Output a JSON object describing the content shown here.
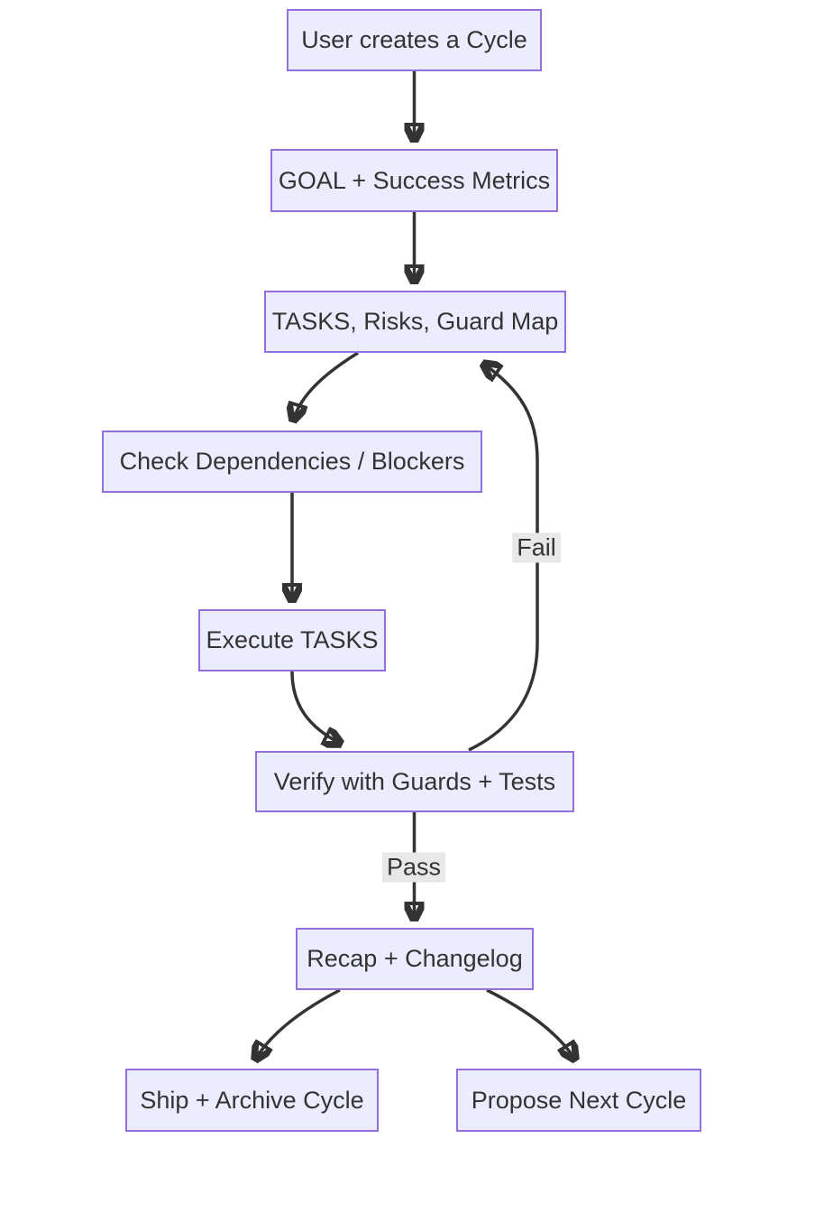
{
  "diagram": {
    "type": "flowchart",
    "direction": "top-down",
    "colors": {
      "node_fill": "#ECECFF",
      "node_border": "#9370DB",
      "text_color": "#333333",
      "edge_color": "#333333",
      "edge_label_background": "#e8e8e8",
      "canvas_background": "#ffffff"
    },
    "nodes": [
      {
        "id": "A",
        "label": "User creates a Cycle"
      },
      {
        "id": "B",
        "label": "GOAL + Success Metrics"
      },
      {
        "id": "C",
        "label": "TASKS, Risks, Guard Map"
      },
      {
        "id": "D",
        "label": "Check Dependencies / Blockers"
      },
      {
        "id": "E",
        "label": "Execute TASKS"
      },
      {
        "id": "F",
        "label": "Verify with Guards + Tests"
      },
      {
        "id": "G",
        "label": "Recap + Changelog"
      },
      {
        "id": "H",
        "label": "Ship + Archive Cycle"
      },
      {
        "id": "I",
        "label": "Propose Next Cycle"
      }
    ],
    "edges": [
      {
        "from": "A",
        "to": "B",
        "label": ""
      },
      {
        "from": "B",
        "to": "C",
        "label": ""
      },
      {
        "from": "C",
        "to": "D",
        "label": ""
      },
      {
        "from": "D",
        "to": "E",
        "label": ""
      },
      {
        "from": "E",
        "to": "F",
        "label": ""
      },
      {
        "from": "F",
        "to": "C",
        "label": "Fail"
      },
      {
        "from": "F",
        "to": "G",
        "label": "Pass"
      },
      {
        "from": "G",
        "to": "H",
        "label": ""
      },
      {
        "from": "G",
        "to": "I",
        "label": ""
      }
    ]
  }
}
